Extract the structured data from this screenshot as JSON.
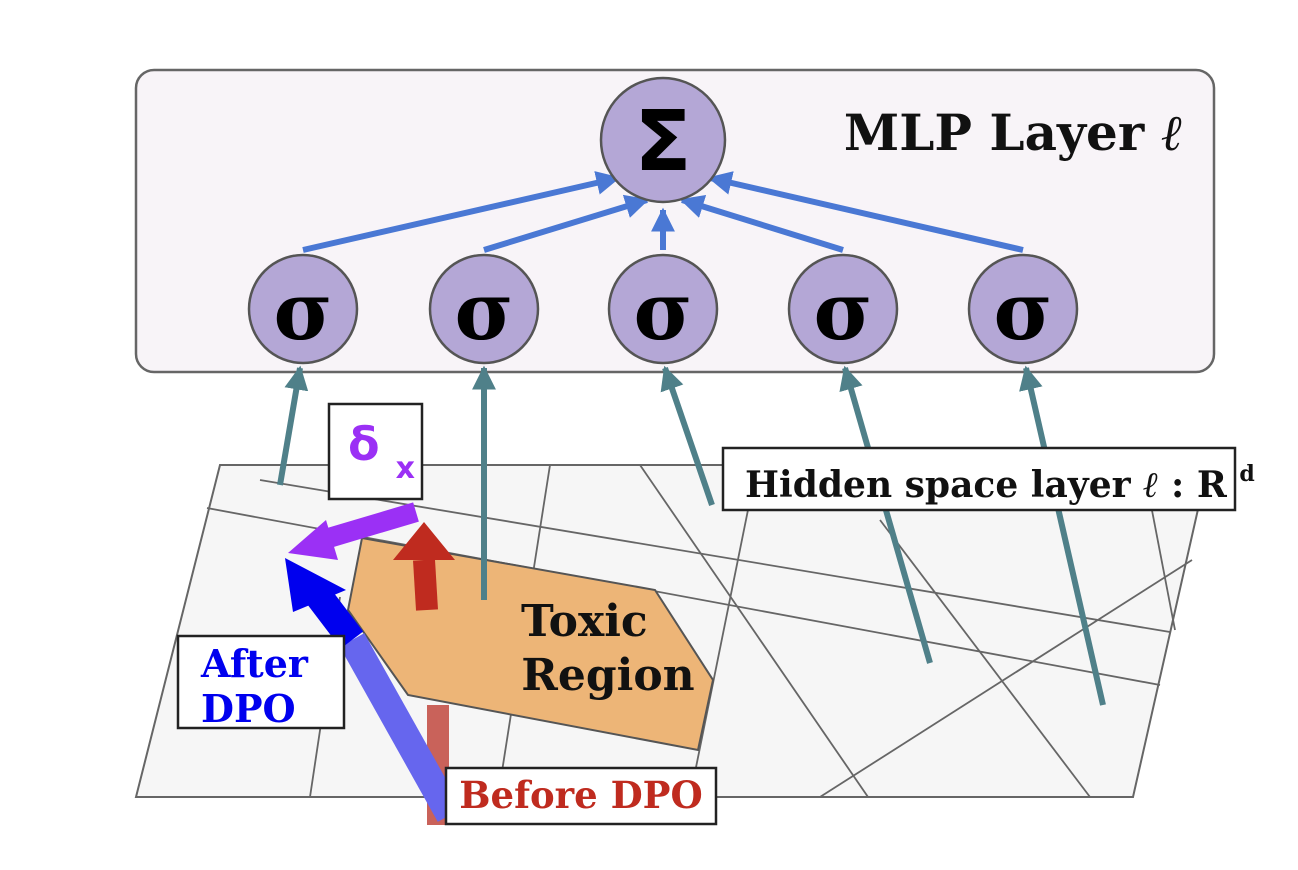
{
  "mlp": {
    "title": "MLP Layer",
    "layer_symbol": "ℓ",
    "sum_symbol": "Σ",
    "activation_symbol": "σ",
    "activation_count": 5
  },
  "hidden_space": {
    "label": "Hidden space layer",
    "layer_symbol": "ℓ",
    "colon": ":",
    "space": "R",
    "superscript": "d"
  },
  "region": {
    "line1": "Toxic",
    "line2": "Region"
  },
  "delta": {
    "symbol": "δ",
    "subscript": "x"
  },
  "labels": {
    "after_line1": "After",
    "after_line2": "DPO",
    "before": "Before DPO"
  },
  "colors": {
    "box_fill": "#f8f4f8",
    "node_fill": "#b4a7d6",
    "mlp_arrow": "#4a78d4",
    "hidden_arrow": "#4f8089",
    "toxic_fill": "#edb577",
    "delta_arrow": "#9b30f5",
    "after_arrow": "#0000ee",
    "before_arrow": "#bf2b1f",
    "after_text": "#0000ee",
    "before_text": "#bf2b1f",
    "delta_text": "#9b30f5"
  }
}
